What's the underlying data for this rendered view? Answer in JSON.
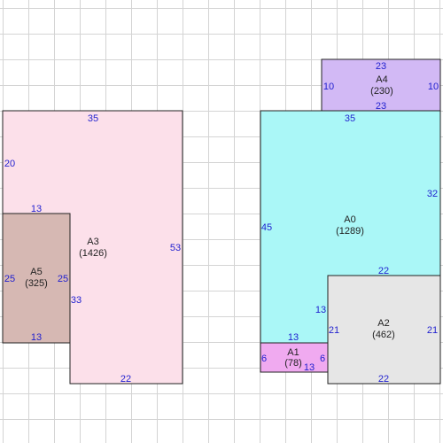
{
  "colors": {
    "A0": "#aaf7f7",
    "A1": "#f0aaf0",
    "A2": "#e6e6e6",
    "A3": "#fce0ea",
    "A4": "#d2b9f5",
    "A5": "#d6b8b3",
    "dimension_text": "#1f1fcf"
  },
  "regions": {
    "A0": {
      "name": "A0",
      "area": "(1289)"
    },
    "A1": {
      "name": "A1",
      "area": "(78)"
    },
    "A2": {
      "name": "A2",
      "area": "(462)"
    },
    "A3": {
      "name": "A3",
      "area": "(1426)"
    },
    "A4": {
      "name": "A4",
      "area": "(230)"
    },
    "A5": {
      "name": "A5",
      "area": "(325)"
    }
  },
  "dimensions": {
    "A0": {
      "top": "35",
      "left": "45",
      "right": "32",
      "inner_top": "22",
      "inner_left": "13",
      "bottom": "13"
    },
    "A1": {
      "left": "6",
      "right": "6",
      "bottom": "13"
    },
    "A2": {
      "left": "21",
      "right": "21",
      "bottom": "22"
    },
    "A3": {
      "top": "35",
      "left_upper": "20",
      "right": "53",
      "inner_left": "33",
      "bottom": "22"
    },
    "A4": {
      "top": "23",
      "bottom": "23",
      "left": "10",
      "right": "10"
    },
    "A5": {
      "top": "13",
      "left": "25",
      "right": "25",
      "bottom": "13"
    }
  }
}
